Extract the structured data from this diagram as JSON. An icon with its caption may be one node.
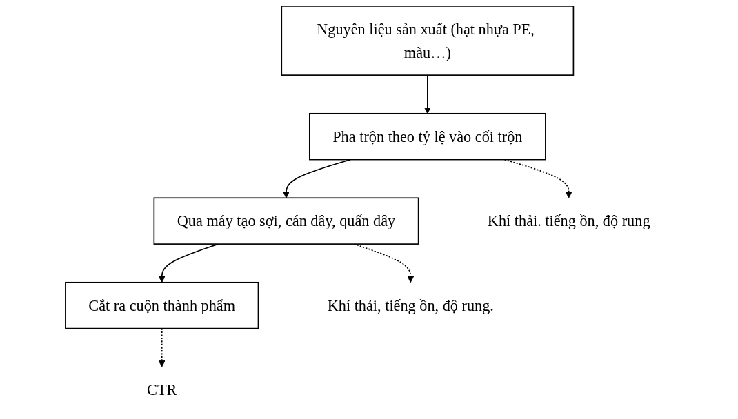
{
  "diagram": {
    "nodes": [
      {
        "text": [
          "Nguyên liệu sản xuất (hạt nhựa PE, màu…)"
        ]
      },
      {
        "text": [
          "Pha trộn theo tỷ lệ vào cối trộn"
        ]
      },
      {
        "text": [
          "Qua máy tạo sợi, cán dây, quấn dây"
        ]
      },
      {
        "text": [
          "Cắt ra cuộn thành phẩm"
        ]
      },
      {
        "text": [
          "Khí thải. tiếng ồn, độ rung"
        ]
      },
      {
        "text": [
          "Khí thải, tiếng ồn, độ rung."
        ]
      },
      {
        "text": [
          "CTR"
        ]
      }
    ],
    "edges": [
      {
        "from": 0,
        "to": 1,
        "arrow": "to"
      },
      {
        "from": 1,
        "to": 4,
        "arrow": "to",
        "style": "dashed"
      },
      {
        "from": 1,
        "to": 2,
        "arrow": "to"
      },
      {
        "from": 2,
        "to": 5,
        "arrow": "to",
        "style": "dashed"
      },
      {
        "from": 2,
        "to": 3,
        "arrow": "to"
      },
      {
        "from": 3,
        "to": 6,
        "arrow": "to",
        "style": "dashed"
      }
    ]
  }
}
